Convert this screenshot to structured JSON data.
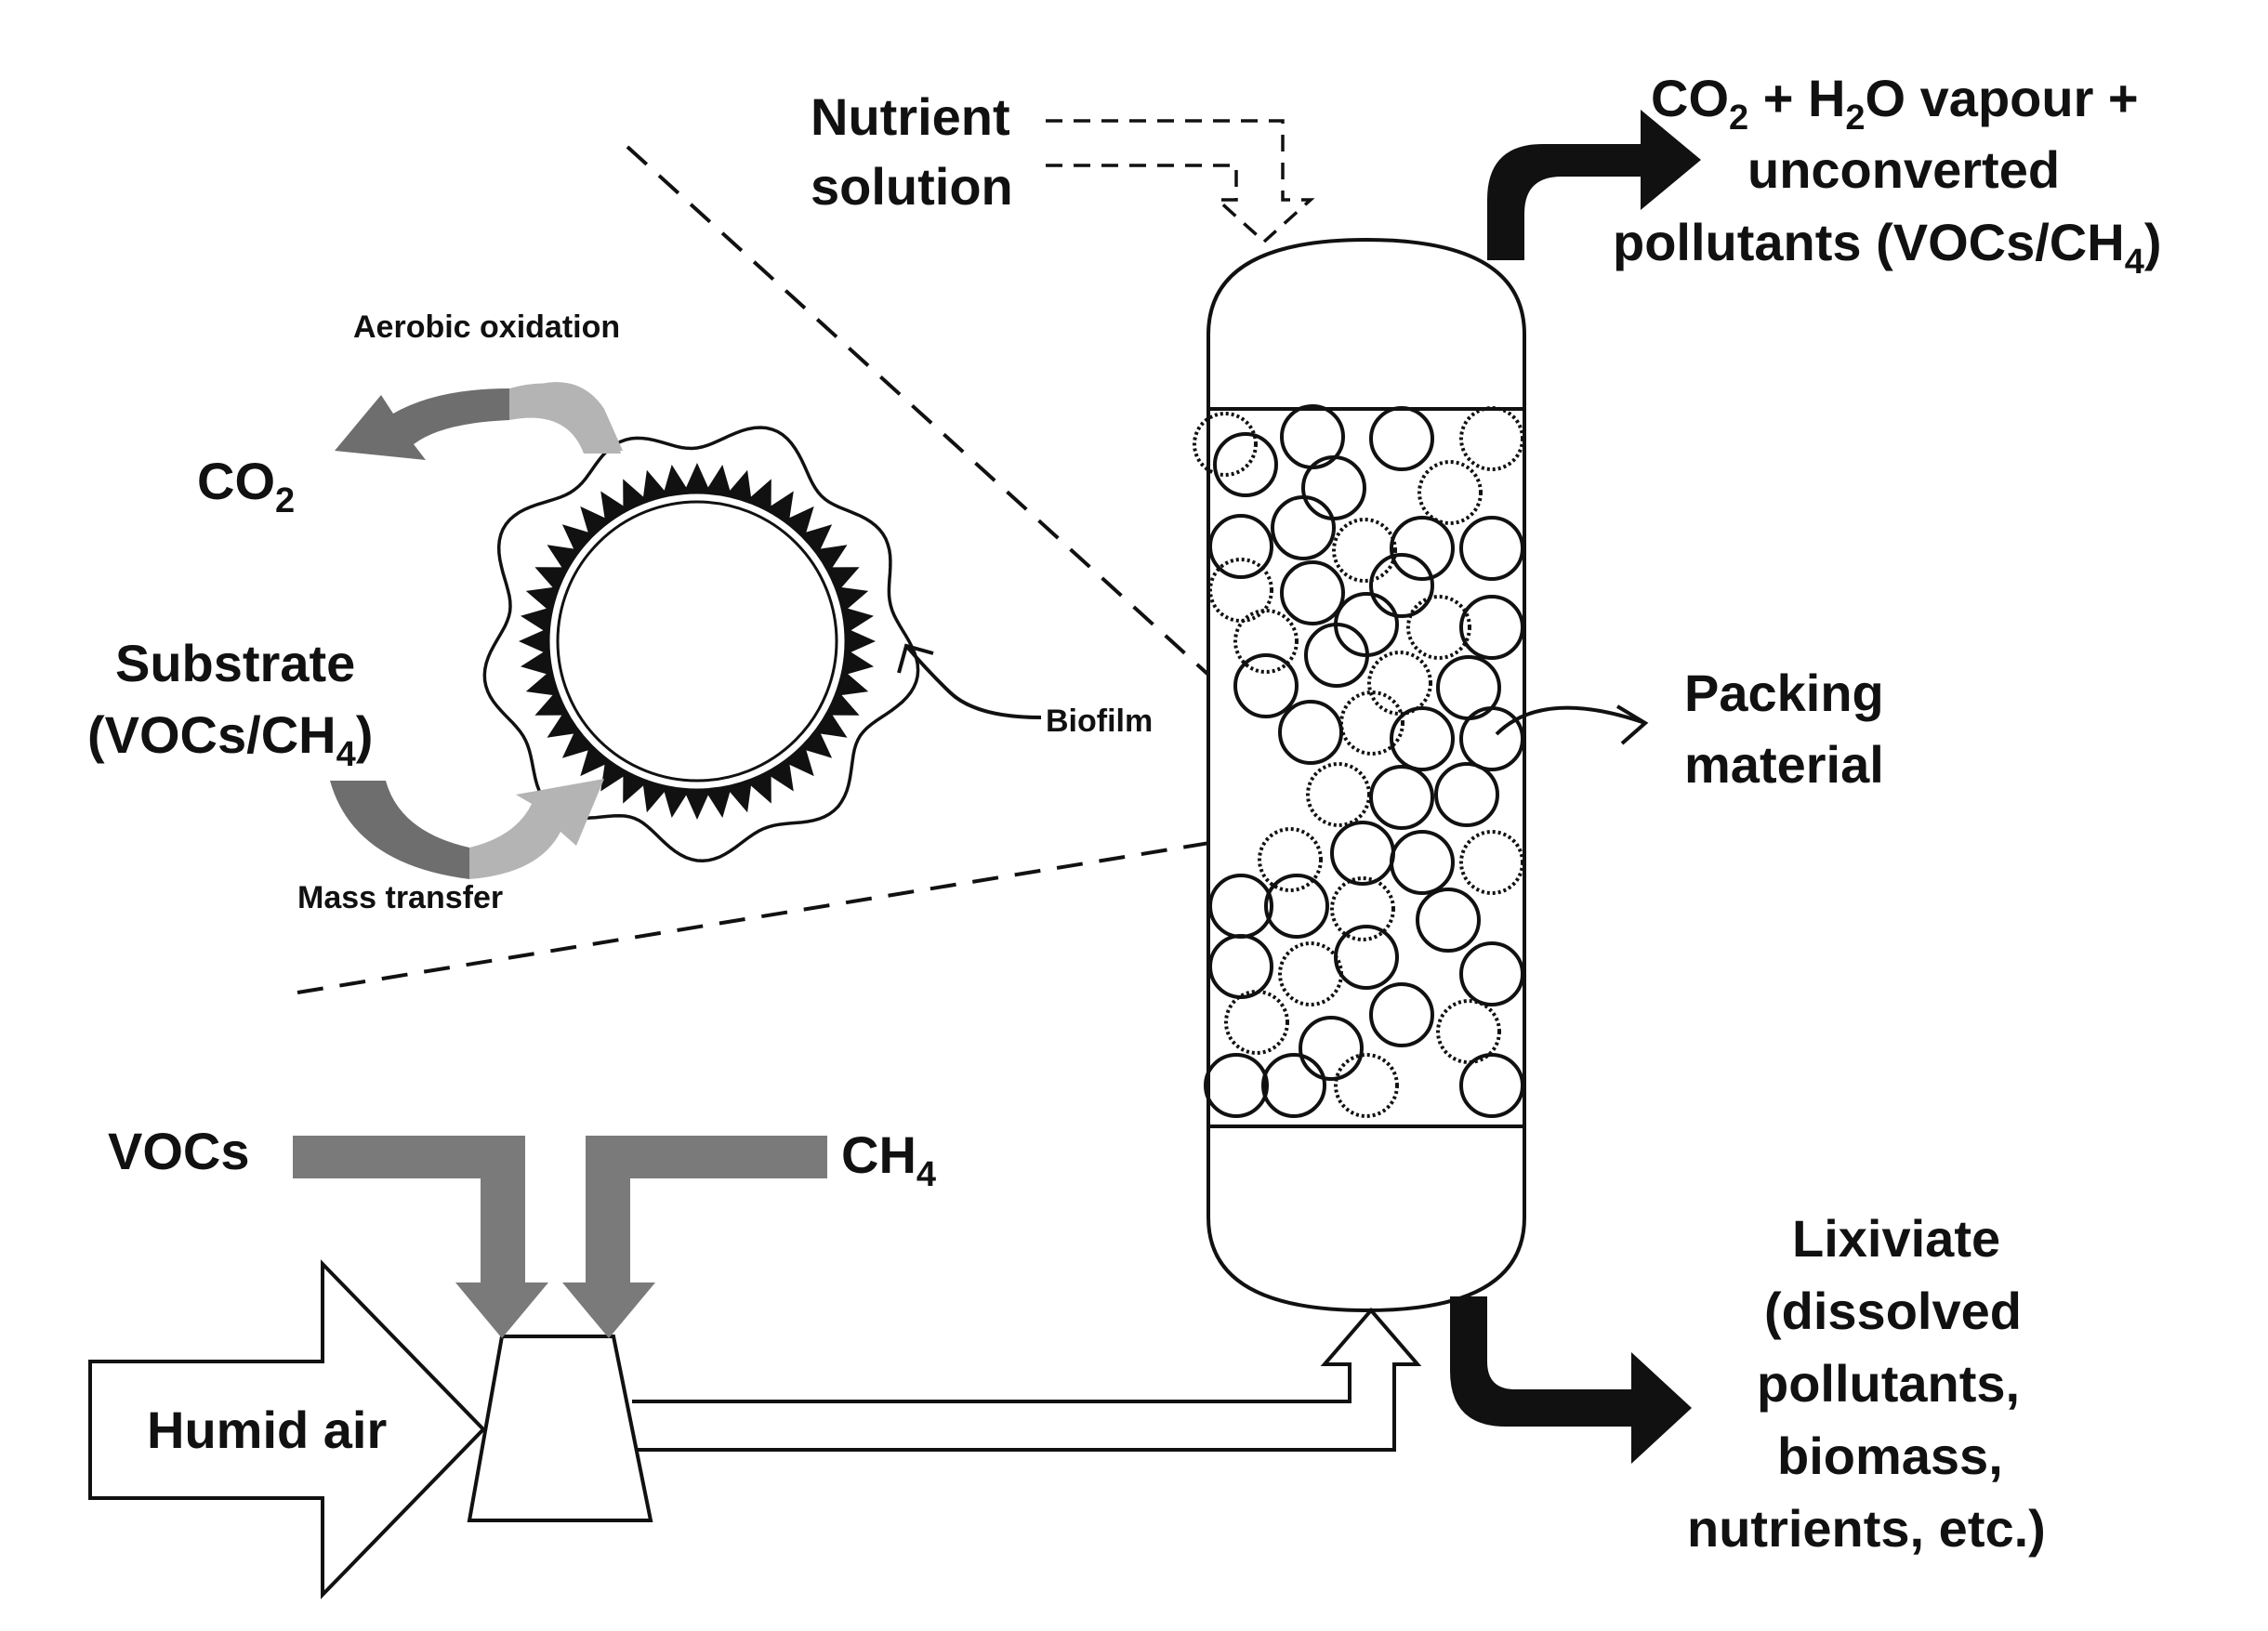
{
  "labels": {
    "nutrient_line1": "Nutrient",
    "nutrient_line2": "solution",
    "outlet_top_line1_a": "CO",
    "outlet_top_line1_sub": "2",
    "outlet_top_line1_b": " + H",
    "outlet_top_line1_sub2": "2",
    "outlet_top_line1_c": "O vapour +",
    "outlet_top_line2": "unconverted",
    "outlet_top_line3_a": "pollutants (VOCs/CH",
    "outlet_top_line3_sub": "4",
    "outlet_top_line3_b": ")",
    "aerobic": "Aerobic oxidation",
    "co2_left": "CO",
    "co2_left_sub": "2",
    "substrate_line1": "Substrate",
    "substrate_line2_a": "(VOCs/CH",
    "substrate_line2_sub": "4",
    "substrate_line2_b": ")",
    "biofilm": "Biofilm",
    "mass_transfer": "Mass transfer",
    "packing_line1": "Packing",
    "packing_line2": "material",
    "vocs": "VOCs",
    "ch4": "CH",
    "ch4_sub": "4",
    "humid_air": "Humid air",
    "lix_line1": "Lixiviate",
    "lix_line2": "(dissolved",
    "lix_line3": "pollutants,",
    "lix_line4": "biomass,",
    "lix_line5": "nutrients, etc.)"
  },
  "colors": {
    "stroke": "#111111",
    "gas_arrow": "#7a7a7a",
    "outlet_arrow": "#111111",
    "cycle_dark": "#6e6e6e",
    "cycle_light": "#b4b4b4"
  }
}
